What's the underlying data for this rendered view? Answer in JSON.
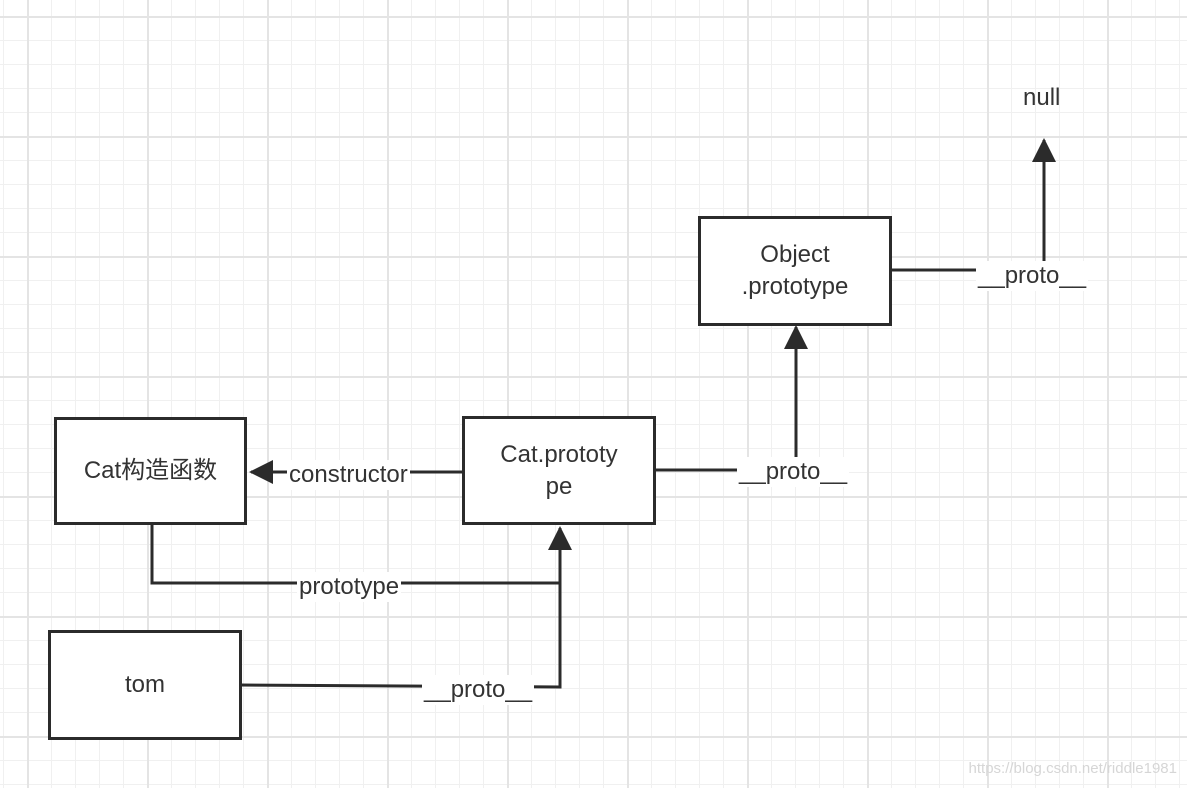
{
  "nodes": {
    "cat_constructor": "Cat构造函数",
    "cat_prototype": "Cat.prototy\npe",
    "object_prototype": "Object\n.prototype",
    "tom": "tom",
    "null": "null"
  },
  "edges": {
    "constructor": "constructor",
    "prototype": "prototype",
    "tom_proto": "__proto__",
    "cat_prototype_proto": "__proto__",
    "object_prototype_proto": "__proto__"
  },
  "watermark": "https://blog.csdn.net/riddle1981",
  "colors": {
    "stroke": "#2b2b2b",
    "text": "#333333",
    "grid": "#e4e4e4",
    "watermark": "#d6d6d6"
  }
}
